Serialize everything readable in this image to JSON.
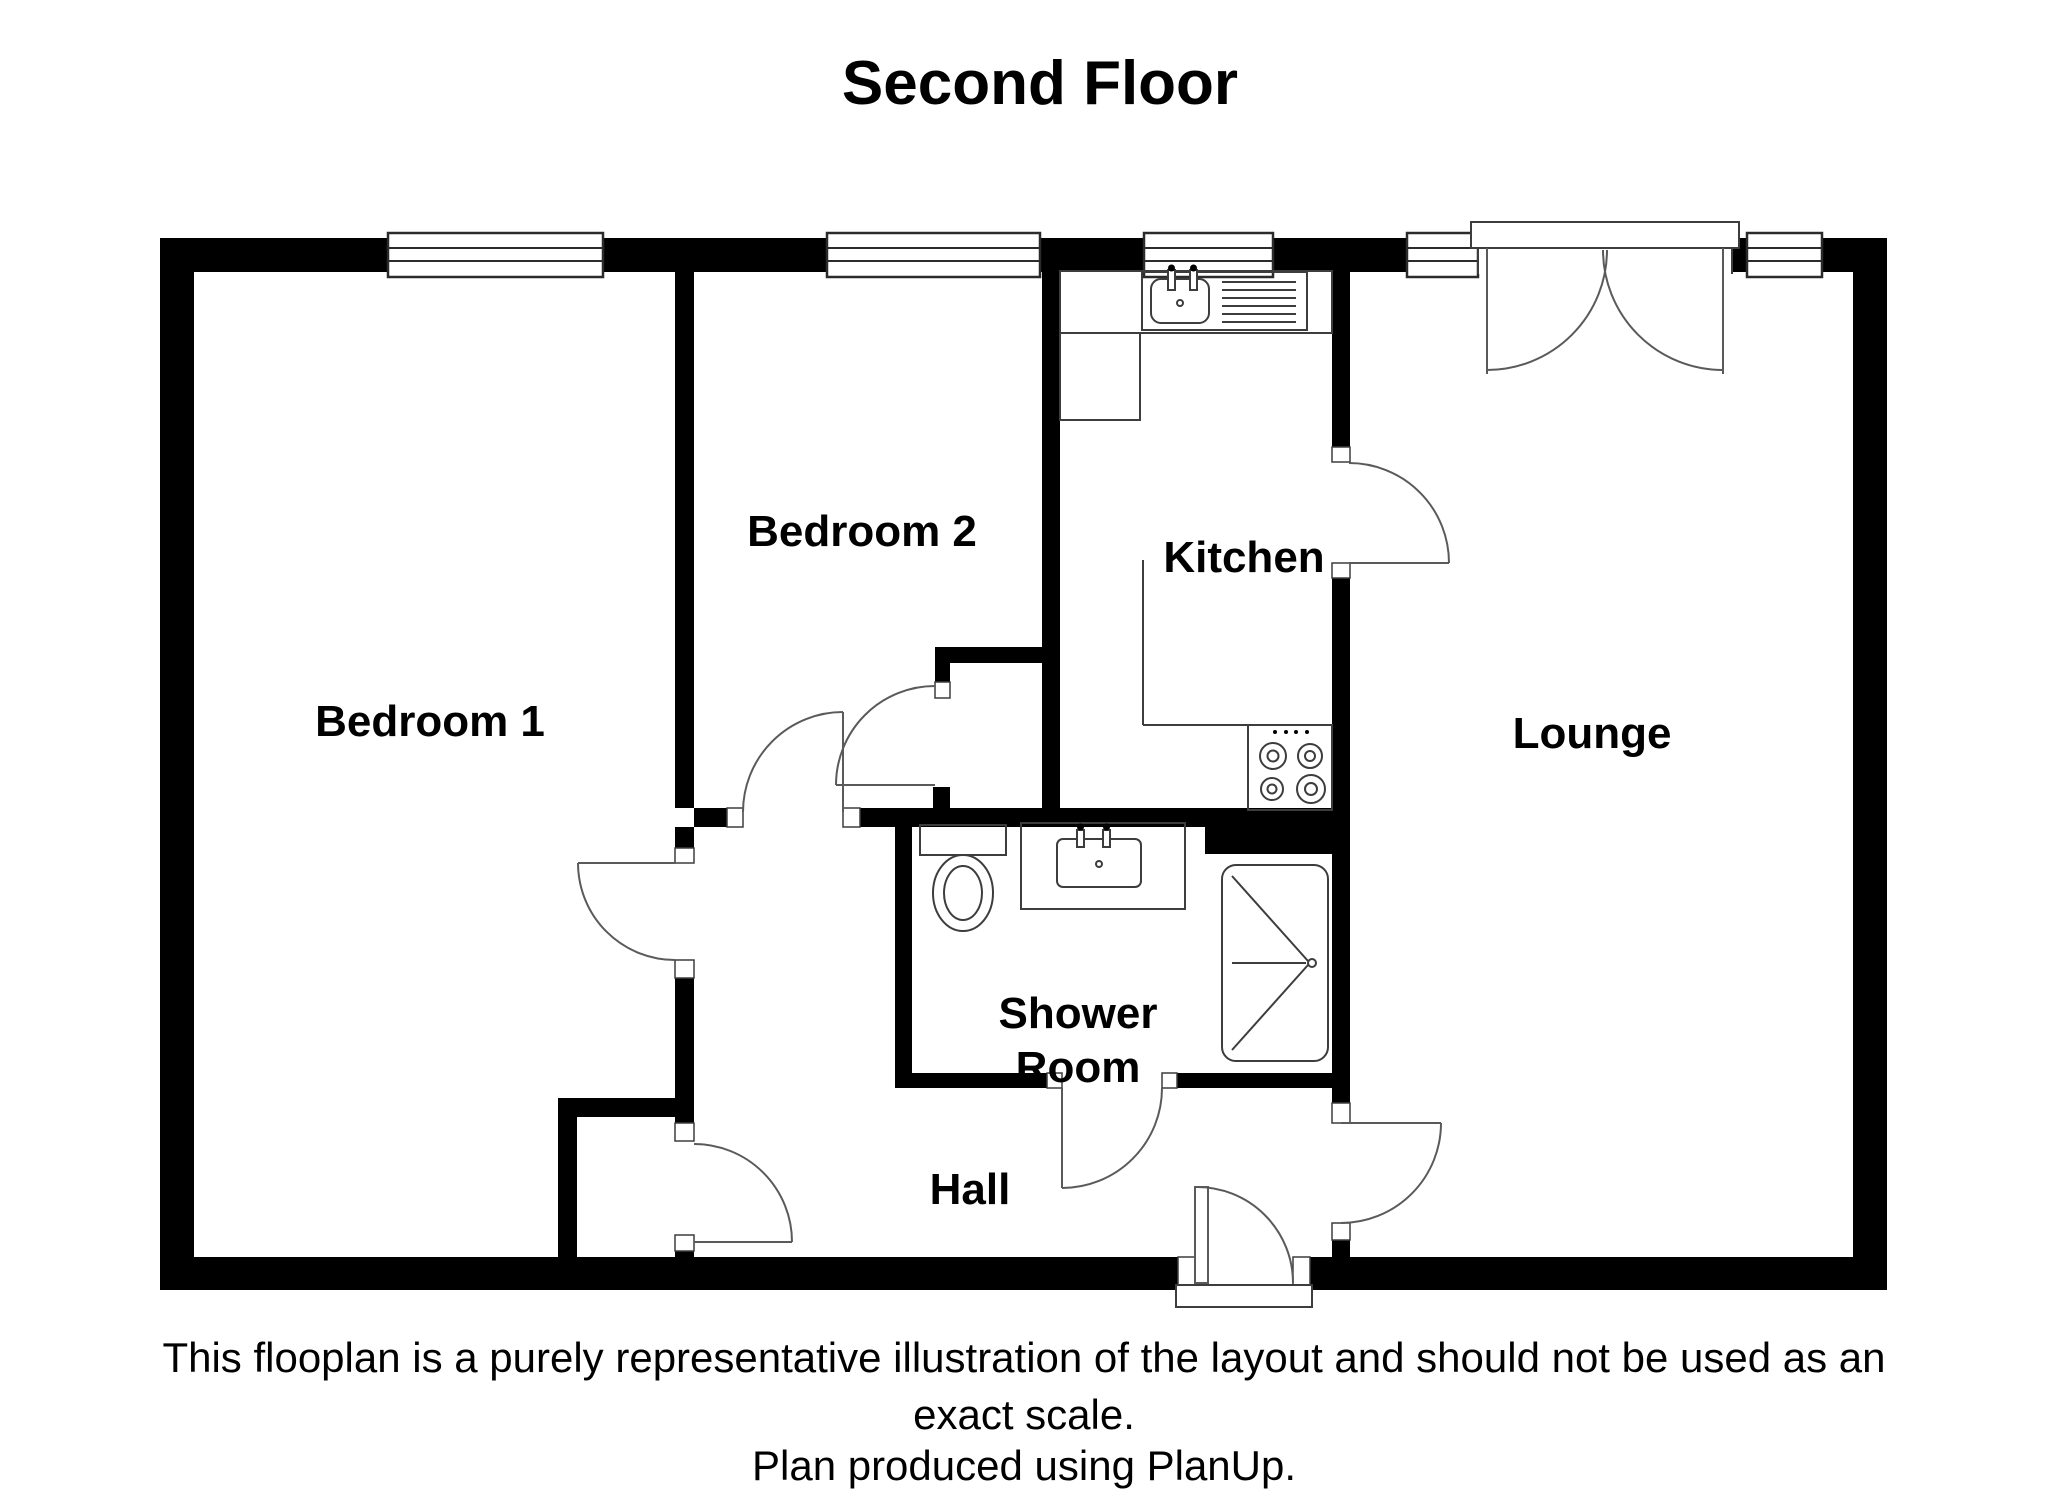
{
  "title": "Second Floor",
  "rooms": {
    "bedroom1": {
      "label": "Bedroom 1"
    },
    "bedroom2": {
      "label": "Bedroom 2"
    },
    "kitchen": {
      "label": "Kitchen"
    },
    "lounge": {
      "label": "Lounge"
    },
    "shower_room": {
      "label_line1": "Shower",
      "label_line2": "Room"
    },
    "hall": {
      "label": "Hall"
    }
  },
  "fixtures": {
    "kitchen_sink": "sink-with-drainer-icon",
    "hob": "four-ring-hob-icon",
    "toilet": "toilet-icon",
    "wash_basin": "wash-basin-icon",
    "shower": "shower-tray-icon",
    "entrance_threshold": "door-threshold-icon"
  },
  "footer": {
    "line1": "This flooplan is a purely representative illustration of the layout and should not be used as an",
    "line2": "exact scale.",
    "line3": "Plan produced using PlanUp."
  },
  "colors": {
    "walls": "#000000",
    "fixture_lines": "#3d3d3d",
    "door_lines": "#5a5a5a",
    "background": "#ffffff",
    "text": "#000000"
  }
}
